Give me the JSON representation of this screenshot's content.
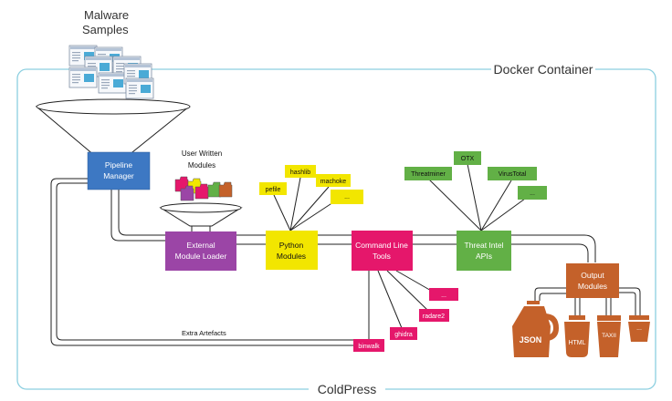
{
  "title": "ColdPress",
  "container_label": "Docker Container",
  "samples_label": [
    "Malware",
    "Samples"
  ],
  "pipeline_manager": [
    "Pipeline",
    "Manager"
  ],
  "user_modules_label": [
    "User Written",
    "Modules"
  ],
  "external_loader": [
    "External",
    "Module Loader"
  ],
  "python_modules": {
    "label": [
      "Python",
      "Modules"
    ],
    "items": [
      "pefile",
      "hashlib",
      "machoke",
      "..."
    ]
  },
  "cli_tools": {
    "label": [
      "Command Line",
      "Tools"
    ],
    "items": [
      "binwalk",
      "ghidra",
      "radare2",
      "..."
    ]
  },
  "threat_intel": {
    "label": [
      "Threat Intel",
      "APIs"
    ],
    "items": [
      "Threatminer",
      "OTX",
      "VirusTotal",
      "..."
    ]
  },
  "output_modules": {
    "label": [
      "Output",
      "Modules"
    ],
    "items": [
      "JSON",
      "HTML",
      "TAXII",
      "..."
    ]
  },
  "extra_artefacts": "Extra Artefacts",
  "colors": {
    "pipeline": "#3d78c3",
    "external": "#9b45a6",
    "python": "#f2e600",
    "cli": "#e5176b",
    "threat": "#62b046",
    "output": "#c4612a",
    "container": "#8ccfe0"
  }
}
